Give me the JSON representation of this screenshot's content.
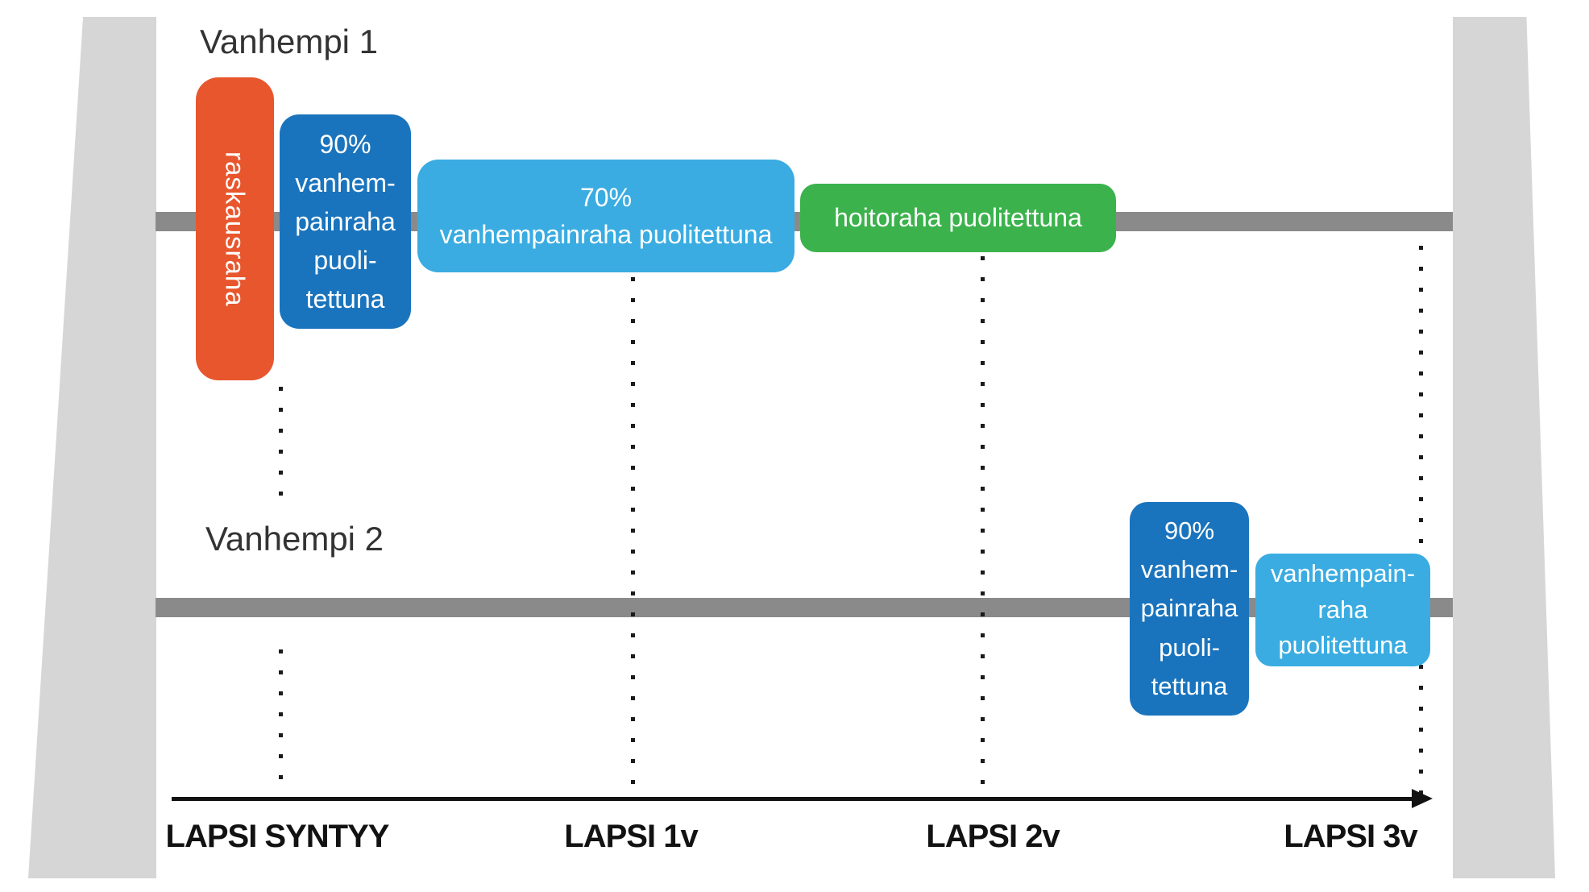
{
  "parents": {
    "parent1_label": "Vanhempi 1",
    "parent2_label": "Vanhempi 2"
  },
  "boxes": {
    "raskausraha": "raskausraha",
    "p1_vanhempainraha_90": "90%\nvanhem-\npainraha\npuoli-\ntettuna",
    "p1_vanhempainraha_70": "70%\nvanhempainraha puolitettuna",
    "p1_hoitoraha": "hoitoraha puolitettuna",
    "p2_vanhempainraha_90": "90%\nvanhem-\npainraha\npuoli-\ntettuna",
    "p2_vanhempainraha": "vanhempain-\nraha\npuolitettuna"
  },
  "axis_labels": [
    "LAPSI SYNTYY",
    "LAPSI 1v",
    "LAPSI 2v",
    "LAPSI 3v"
  ],
  "colors": {
    "orange": "#E8562D",
    "dark_blue": "#1A74BD",
    "light_blue": "#3AACE1",
    "green": "#3BB24C",
    "timeline_gray": "#8A8A8A",
    "pillar_gray": "#D6D6D6",
    "dot_color": "#1B1B1B",
    "text_dark": "#333333",
    "axis_black": "#121212"
  }
}
